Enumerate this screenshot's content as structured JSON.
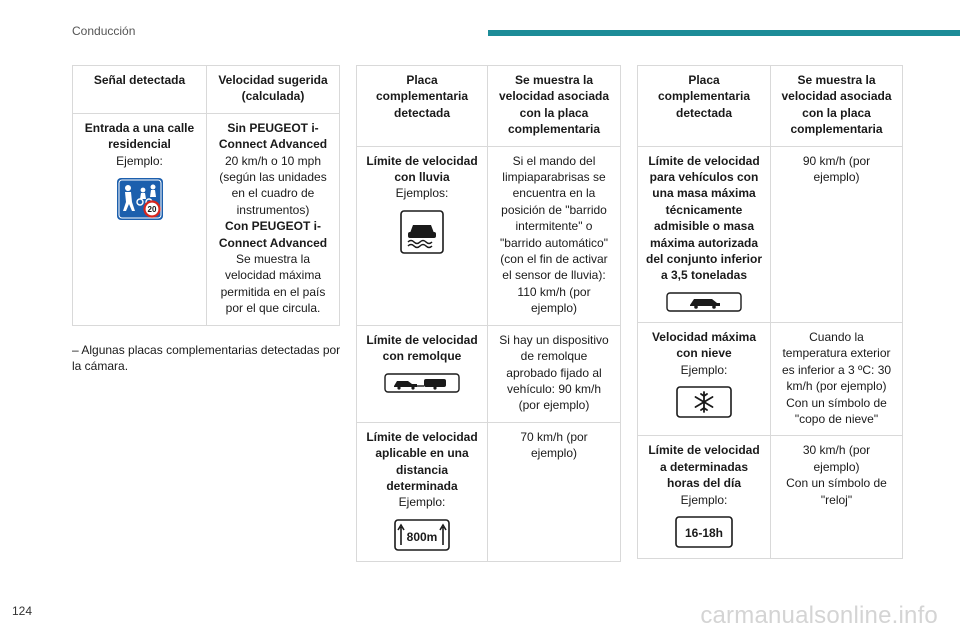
{
  "header": {
    "section": "Conducción"
  },
  "page_number": "124",
  "watermark": "carmanualsonline.info",
  "table1": {
    "col1": "Señal detectada",
    "col2": "Velocidad sugerida (calculada)",
    "row": {
      "sign_title": "Entrada a una calle residencial",
      "sign_example": "Ejemplo:",
      "sign_badge": "20",
      "h1": "Sin PEUGEOT i-Connect Advanced",
      "t1": "20 km/h o 10 mph (según las unidades en el cuadro de instrumentos)",
      "h2": "Con PEUGEOT i-Connect Advanced",
      "t2": "Se muestra la velocidad máxima permitida en el país por el que circula."
    }
  },
  "note": "– Algunas placas complementarias detectadas por la cámara.",
  "table2": {
    "col1": "Placa complementaria detectada",
    "col2": "Se muestra la velocidad asociada con la placa complementaria",
    "rows": [
      {
        "title": "Límite de velocidad con lluvia",
        "example": "Ejemplos:",
        "text": "Si el mando del limpiaparabrisas se encuentra en la posición de \"barrido intermitente\" o \"barrido automático\" (con el fin de activar el sensor de lluvia): 110 km/h (por ejemplo)"
      },
      {
        "title": "Límite de velocidad con remolque",
        "example": "",
        "text": "Si hay un dispositivo de remolque aprobado fijado al vehículo: 90 km/h (por ejemplo)"
      },
      {
        "title": "Límite de velocidad aplicable en una distancia determinada",
        "example": "Ejemplo:",
        "plate": "800m",
        "text": "70 km/h (por ejemplo)"
      }
    ]
  },
  "table3": {
    "col1": "Placa complementaria detectada",
    "col2": "Se muestra la velocidad asociada con la placa complementaria",
    "rows": [
      {
        "title": "Límite de velocidad para vehículos con una masa máxima técnicamente admisible o masa máxima autorizada del conjunto inferior a 3,5 toneladas",
        "example": "",
        "text": "90 km/h (por ejemplo)"
      },
      {
        "title": "Velocidad máxima con nieve",
        "example": "Ejemplo:",
        "text1": "Cuando la temperatura exterior es inferior a 3 ºC: 30 km/h (por ejemplo)",
        "text2": "Con un símbolo de \"copo de nieve\""
      },
      {
        "title": "Límite de velocidad a determinadas horas del día",
        "example": "Ejemplo:",
        "plate": "16-18h",
        "text1": "30 km/h (por ejemplo)",
        "text2": "Con un símbolo de \"reloj\""
      }
    ]
  },
  "colors": {
    "accent": "#1d8c98",
    "sign_blue": "#1c5fad",
    "speed_red": "#d7261e"
  }
}
